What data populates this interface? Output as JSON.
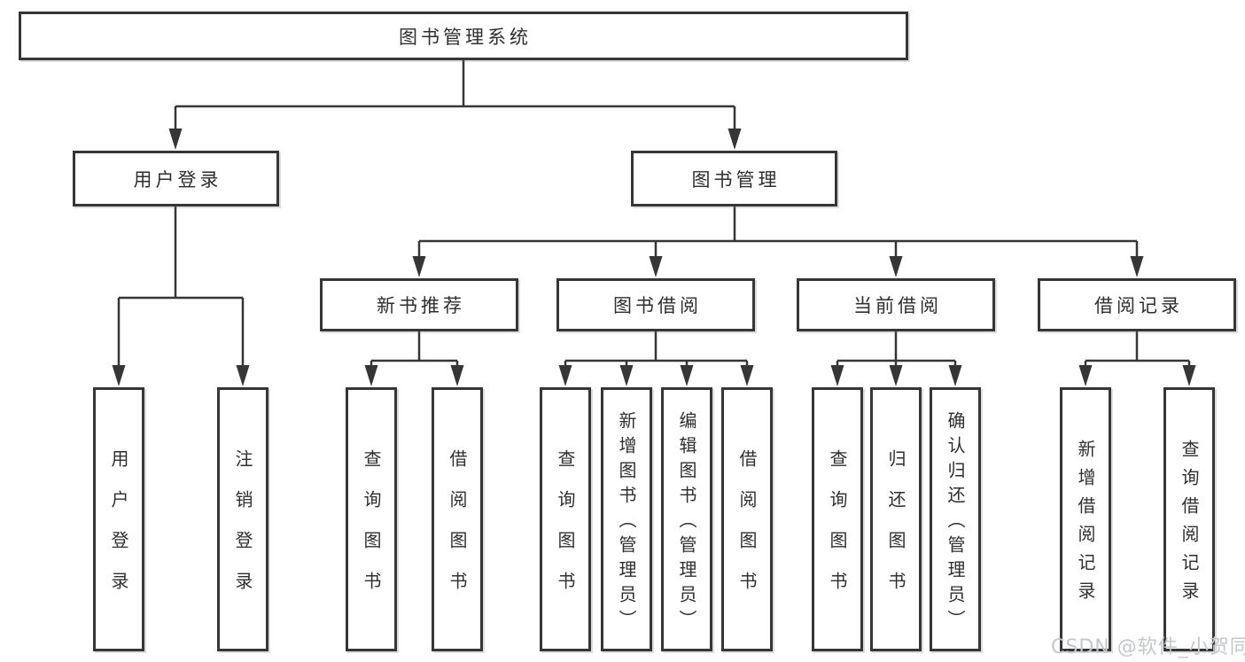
{
  "tree": {
    "root": "图书管理系统",
    "branches": [
      {
        "label": "用户登录",
        "children": [
          "用户登录",
          "注销登录"
        ]
      },
      {
        "label": "图书管理",
        "groups": [
          {
            "label": "新书推荐",
            "children": [
              "查询图书",
              "借阅图书"
            ]
          },
          {
            "label": "图书借阅",
            "children": [
              "查询图书",
              "新增图书（管理员）",
              "编辑图书（管理员）",
              "借阅图书"
            ]
          },
          {
            "label": "当前借阅",
            "children": [
              "查询图书",
              "归还图书",
              "确认归还（管理员）"
            ]
          },
          {
            "label": "借阅记录",
            "children": [
              "新增借阅记录",
              "查询借阅记录"
            ]
          }
        ]
      }
    ]
  },
  "watermark": "CSDN @软件_小贺同学",
  "colors": {
    "line": "#363636",
    "text": "#2f2f2f",
    "watermark": "#c4c7cc",
    "background": "#ffffff"
  }
}
